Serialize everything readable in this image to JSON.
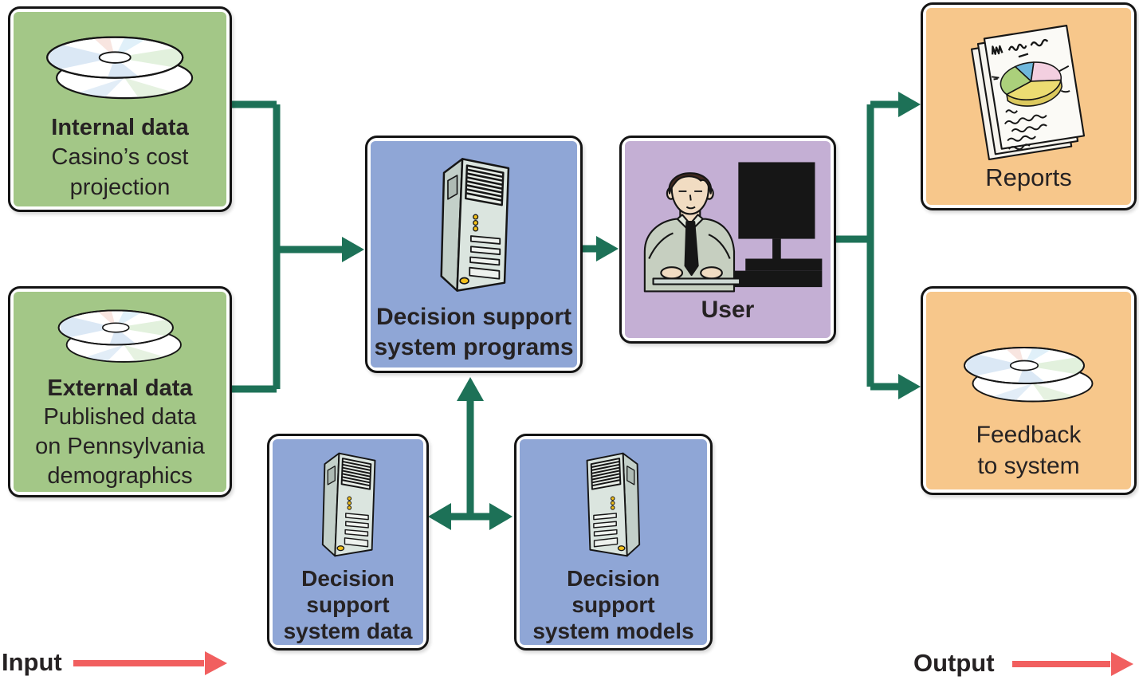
{
  "colors": {
    "connector_arrow": "#1d7157",
    "flow_arrow": "#f15f5f",
    "text": "#262223",
    "box_border": "#141414",
    "green_fill": "#a3c787",
    "blue_fill": "#8fa6d6",
    "purple_fill": "#c4afd4",
    "orange_fill": "#f7c78b"
  },
  "nodes": {
    "internal_data": {
      "title": "Internal data",
      "subtitle": "Casino’s cost\nprojection",
      "fill": "#a3c787",
      "icon": "cd-stack-icon"
    },
    "external_data": {
      "title": "External data",
      "subtitle": "Published data\non Pennsylvania\ndemographics",
      "fill": "#a3c787",
      "icon": "cd-stack-icon"
    },
    "dss_programs": {
      "title": "Decision support\nsystem programs",
      "fill": "#8fa6d6",
      "icon": "server-tower-icon"
    },
    "user": {
      "title": "User",
      "fill": "#c4afd4",
      "icon": "user-at-computer-icon"
    },
    "reports": {
      "title": "Reports",
      "fill": "#f7c78b",
      "icon": "report-pages-icon"
    },
    "feedback": {
      "title": "Feedback\nto system",
      "fill": "#f7c78b",
      "icon": "cd-stack-icon"
    },
    "dss_data": {
      "title": "Decision\nsupport\nsystem data",
      "fill": "#8fa6d6",
      "icon": "server-tower-icon"
    },
    "dss_models": {
      "title": "Decision\nsupport\nsystem models",
      "fill": "#8fa6d6",
      "icon": "server-tower-icon"
    }
  },
  "flow_labels": {
    "input": "Input",
    "output": "Output"
  }
}
